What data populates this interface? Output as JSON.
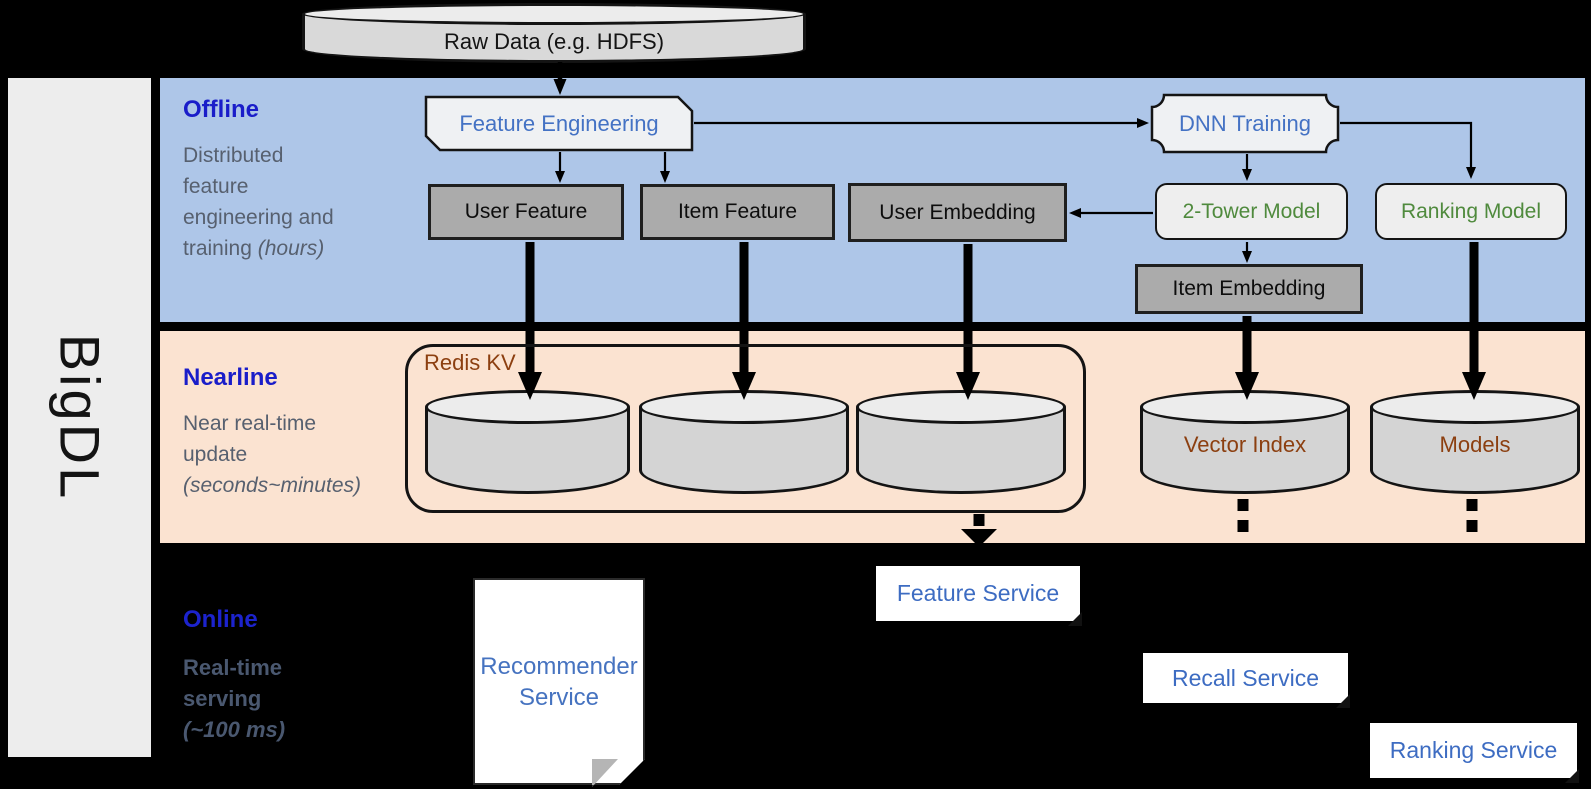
{
  "brand": "BigDL",
  "datasource": {
    "label": "Raw Data (e.g. HDFS)"
  },
  "sections": {
    "offline": {
      "title": "Offline",
      "l1": "Distributed",
      "l2": "feature",
      "l3": "engineering and",
      "l4": "training ",
      "l4i": "(hours)"
    },
    "nearline": {
      "title": "Nearline",
      "l1": "Near real-time",
      "l2": "update",
      "l3i": "(seconds~minutes)"
    },
    "online": {
      "title": "Online",
      "l1": "Real-time",
      "l2": "serving",
      "l3i": "(~100 ms)"
    }
  },
  "offline_nodes": {
    "feature_engineering": "Feature Engineering",
    "dnn_training": "DNN Training",
    "user_feature": "User Feature",
    "item_feature": "Item Feature",
    "user_embedding": "User Embedding",
    "two_tower_model": "2-Tower Model",
    "ranking_model": "Ranking Model",
    "item_embedding": "Item Embedding"
  },
  "nearline_nodes": {
    "redis_kv": "Redis KV",
    "vector_index": "Vector Index",
    "models": "Models"
  },
  "online_nodes": {
    "recommender_line1": "Recommender",
    "recommender_line2": "Service",
    "feature_service": "Feature Service",
    "recall_service": "Recall Service",
    "ranking_service": "Ranking Service"
  },
  "colors": {
    "band_offline": "#aec6e8",
    "band_nearline": "#fbe3d1",
    "sidebar": "#ededed",
    "section_title_blue": "#1a1dc9",
    "node_text_blue": "#4472c4",
    "node_text_green": "#4f8a3d",
    "storage_text_brown": "#8c3f10",
    "gray_box_fill": "#ababab",
    "light_box_fill": "#eeeeee",
    "cylinder_fill": "#d4d4d4",
    "subtitle_gray": "#57606f"
  }
}
